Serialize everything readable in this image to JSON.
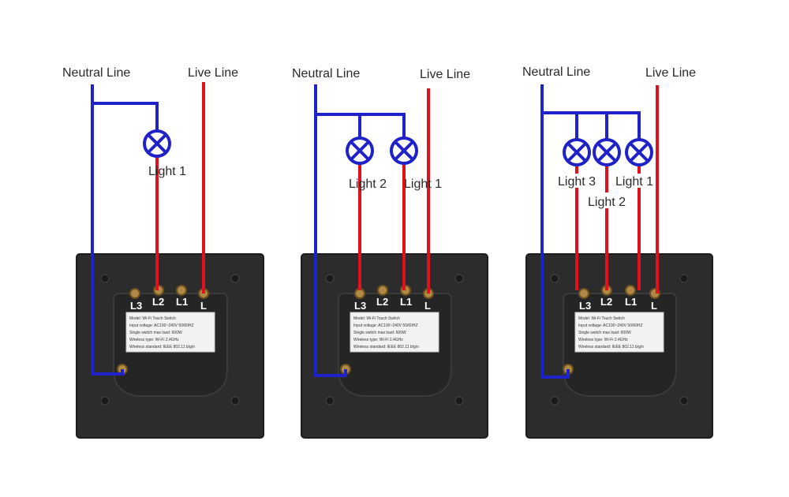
{
  "colors": {
    "neutral_wire": "#1e22c8",
    "live_wire": "#e0101c",
    "panel": "#2c2c2c",
    "panel_edge": "#1c1c1c",
    "lamp": "#1e22c8"
  },
  "icons": {
    "lamp": "lamp-icon",
    "terminal": "screw-terminal-icon"
  },
  "diagrams": [
    {
      "neutral_label": "Neutral Line",
      "live_label": "Live Line",
      "lights": [
        {
          "label": "Light 1"
        }
      ],
      "terminals": [
        "L3",
        "L2",
        "L1",
        "L"
      ],
      "spec": [
        "Model:  Wi-Fi Touch Switch",
        "Input voltage:  AC100~240V  50/60HZ",
        "Single switch max load:  600W",
        "Wireless type:  Wi-Fi 2.4GHz",
        "Wireless standard:  IEEE 802.11 b/g/n"
      ]
    },
    {
      "neutral_label": "Neutral Line",
      "live_label": "Live Line",
      "lights": [
        {
          "label": "Light 2"
        },
        {
          "label": "Light 1"
        }
      ],
      "terminals": [
        "L3",
        "L2",
        "L1",
        "L"
      ],
      "spec": [
        "Model:  Wi-Fi Touch Switch",
        "Input voltage:  AC100~240V  50/60HZ",
        "Single switch max load:  600W",
        "Wireless type:  Wi-Fi 2.4GHz",
        "Wireless standard:  IEEE 802.11 b/g/n"
      ]
    },
    {
      "neutral_label": "Neutral Line",
      "live_label": "Live Line",
      "lights": [
        {
          "label": "Light 3"
        },
        {
          "label": "Light 2"
        },
        {
          "label": "Light 1"
        }
      ],
      "terminals": [
        "L3",
        "L2",
        "L1",
        "L"
      ],
      "spec": [
        "Model:  Wi-Fi Touch Switch",
        "Input voltage:  AC100~240V  50/60HZ",
        "Single switch max load:  600W",
        "Wireless type:  Wi-Fi 2.4GHz",
        "Wireless standard:  IEEE 802.11 b/g/n"
      ]
    }
  ]
}
